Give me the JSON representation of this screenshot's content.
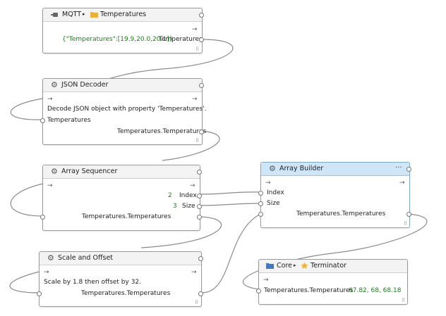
{
  "nodes": {
    "mqtt": {
      "breadcrumb_root": "MQTT",
      "title": "Temperatures",
      "value": "{\"Temperatures\":[19.9,20.0,20.1]}",
      "output_label": "Temperatures",
      "icon": "plug-icon",
      "folder_icon": "folder-icon"
    },
    "json_decoder": {
      "title": "JSON Decoder",
      "description": "Decode JSON object with property 'Temperatures'.",
      "input_label": "Temperatures",
      "output_label": "Temperatures.Temperatures"
    },
    "array_sequencer": {
      "title": "Array Sequencer",
      "index_value": "2",
      "index_label": "Index",
      "size_value": "3",
      "size_label": "Size",
      "output_label": "Temperatures.Temperatures"
    },
    "scale_offset": {
      "title": "Scale and Offset",
      "description": "Scale by 1.8 then offset by 32.",
      "output_label": "Temperatures.Temperatures"
    },
    "array_builder": {
      "title": "Array Builder",
      "menu": "···",
      "index_label": "Index",
      "size_label": "Size",
      "output_label": "Temperatures.Temperatures"
    },
    "terminator": {
      "breadcrumb_root": "Core",
      "title": "Terminator",
      "input_label": "Temperatures.Temperatures",
      "value": "67.82, 68, 68.18"
    }
  },
  "symbols": {
    "arrow": "→",
    "breadcrumb_sep": "▸",
    "gear": "⚙",
    "grip": "⠿"
  },
  "colors": {
    "value_green": "#1a7f1a",
    "selected_header": "#cfe6f9",
    "folder": "#e8b23a",
    "folder_blue": "#3f79c4",
    "star": "#f0b429"
  }
}
